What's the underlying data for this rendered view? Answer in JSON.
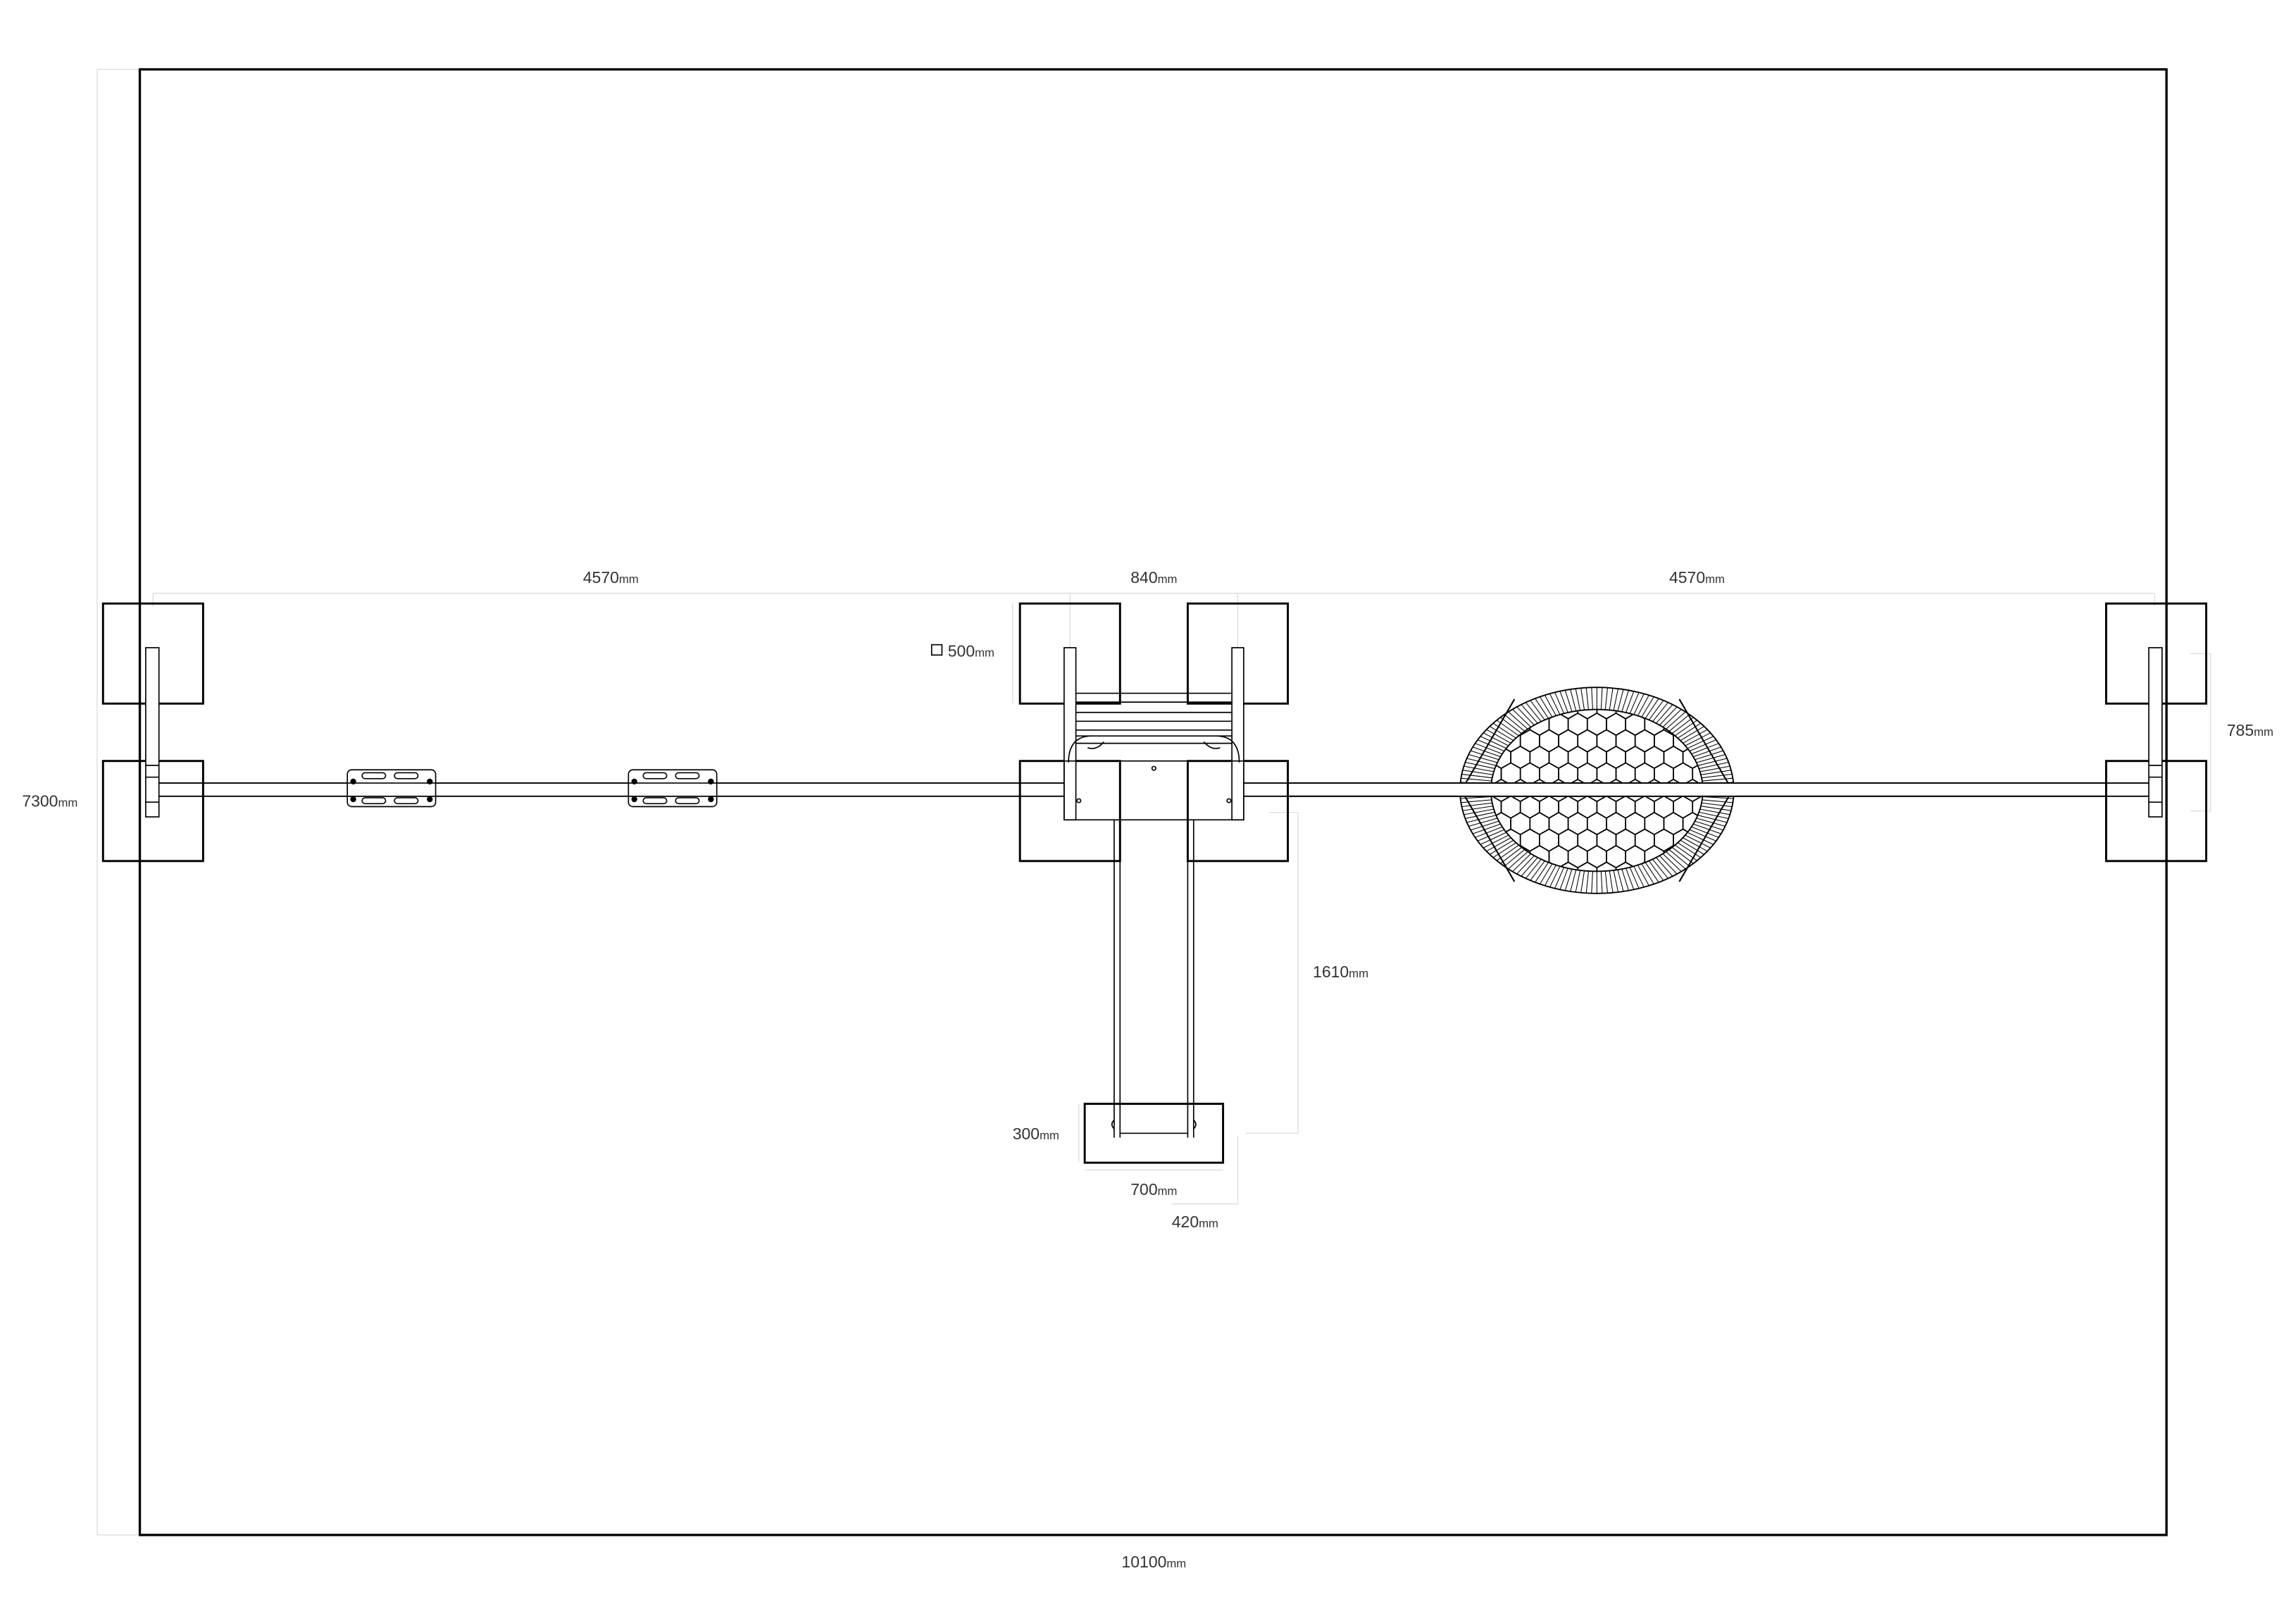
{
  "drawing": {
    "unit": "mm",
    "dimensions": {
      "overall_width": "10100",
      "overall_depth": "7300",
      "left_span": "4570",
      "center_span": "840",
      "right_span": "4570",
      "footing_size": "500",
      "footing_offset": "785",
      "swing_reach": "1610",
      "seat_depth": "300",
      "seat_width": "700",
      "seat_offset": "420"
    }
  }
}
